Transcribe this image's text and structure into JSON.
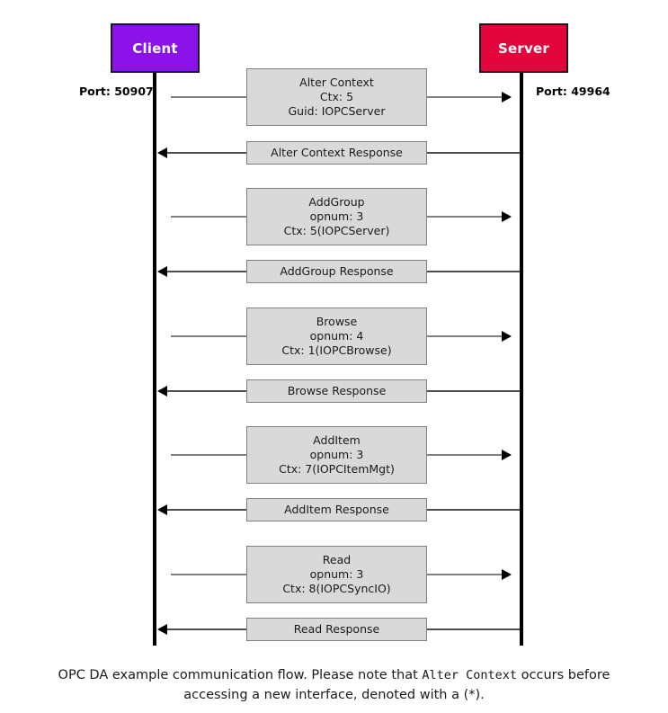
{
  "diagram": {
    "title": "OPC DA example communication flow",
    "type": "sequence-diagram",
    "actors": {
      "client": {
        "label": "Client",
        "color": "#8B12E8",
        "port_label": "Port: 50907"
      },
      "server": {
        "label": "Server",
        "color": "#E3063C",
        "port_label": "Port: 49964"
      }
    },
    "messages": [
      {
        "id": "alter-context",
        "direction": "request",
        "lines": [
          "Alter Context",
          "Ctx: 5",
          "Guid: IOPCServer"
        ]
      },
      {
        "id": "alter-context-response",
        "direction": "response",
        "lines": [
          "Alter Context Response"
        ]
      },
      {
        "id": "addgroup",
        "direction": "request",
        "lines": [
          "AddGroup",
          "opnum: 3",
          "Ctx: 5(IOPCServer)"
        ]
      },
      {
        "id": "addgroup-response",
        "direction": "response",
        "lines": [
          "AddGroup Response"
        ]
      },
      {
        "id": "browse",
        "direction": "request",
        "lines": [
          "Browse",
          "opnum: 4",
          "Ctx: 1(IOPCBrowse)"
        ]
      },
      {
        "id": "browse-response",
        "direction": "response",
        "lines": [
          "Browse Response"
        ]
      },
      {
        "id": "additem",
        "direction": "request",
        "lines": [
          "AddItem",
          "opnum: 3",
          "Ctx: 7(IOPCItemMgt)"
        ]
      },
      {
        "id": "additem-response",
        "direction": "response",
        "lines": [
          "AddItem Response"
        ]
      },
      {
        "id": "read",
        "direction": "request",
        "lines": [
          "Read",
          "opnum: 3",
          "Ctx: 8(IOPCSyncIO)"
        ]
      },
      {
        "id": "read-response",
        "direction": "response",
        "lines": [
          "Read Response"
        ]
      }
    ],
    "caption": {
      "part1": "OPC DA example communication flow. Please note that ",
      "mono": "Alter Context",
      "part2": " occurs before accessing a new interface, denoted with a (*)."
    }
  }
}
